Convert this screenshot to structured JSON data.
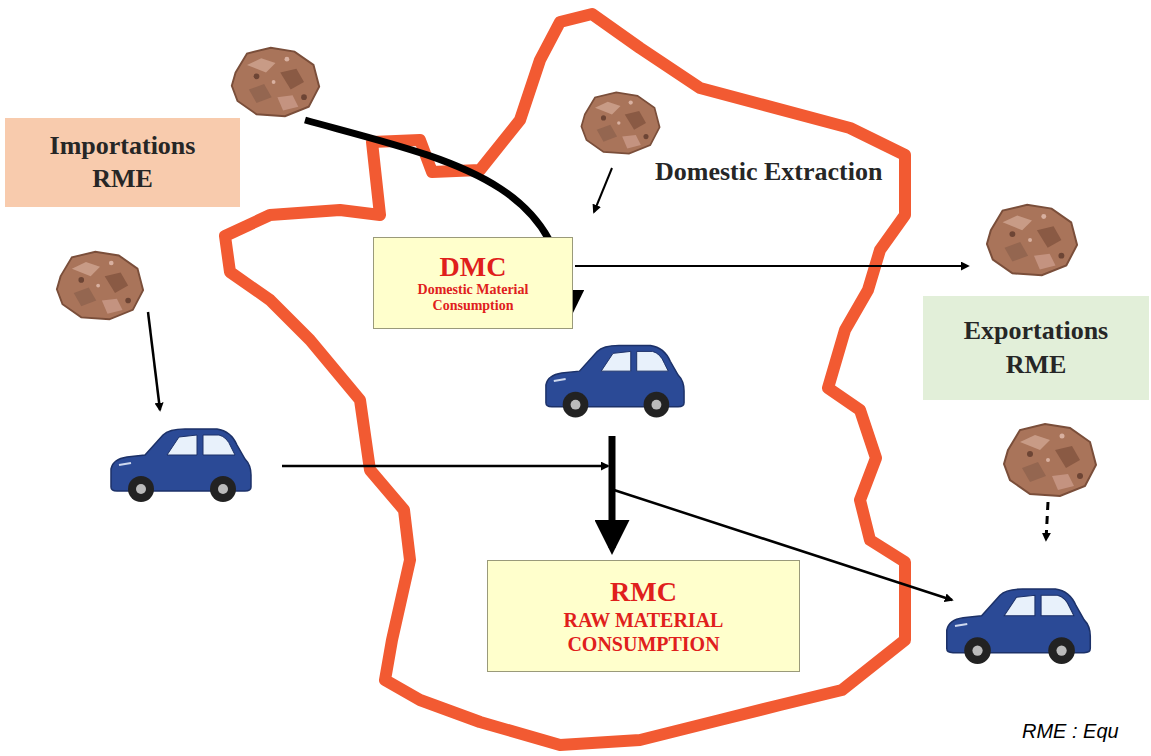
{
  "diagram": {
    "nodes": [
      {
        "text": [
          "Importations RME"
        ]
      },
      {
        "text": [
          "DMC",
          "Domestic Material Consumption"
        ]
      },
      {
        "text": [
          "Exportations RME"
        ]
      },
      {
        "text": [
          "RMC",
          "RAW MATERIAL CONSUMPTION"
        ]
      }
    ],
    "labels": [
      "Domestic Extraction",
      "RME : Equ"
    ]
  }
}
